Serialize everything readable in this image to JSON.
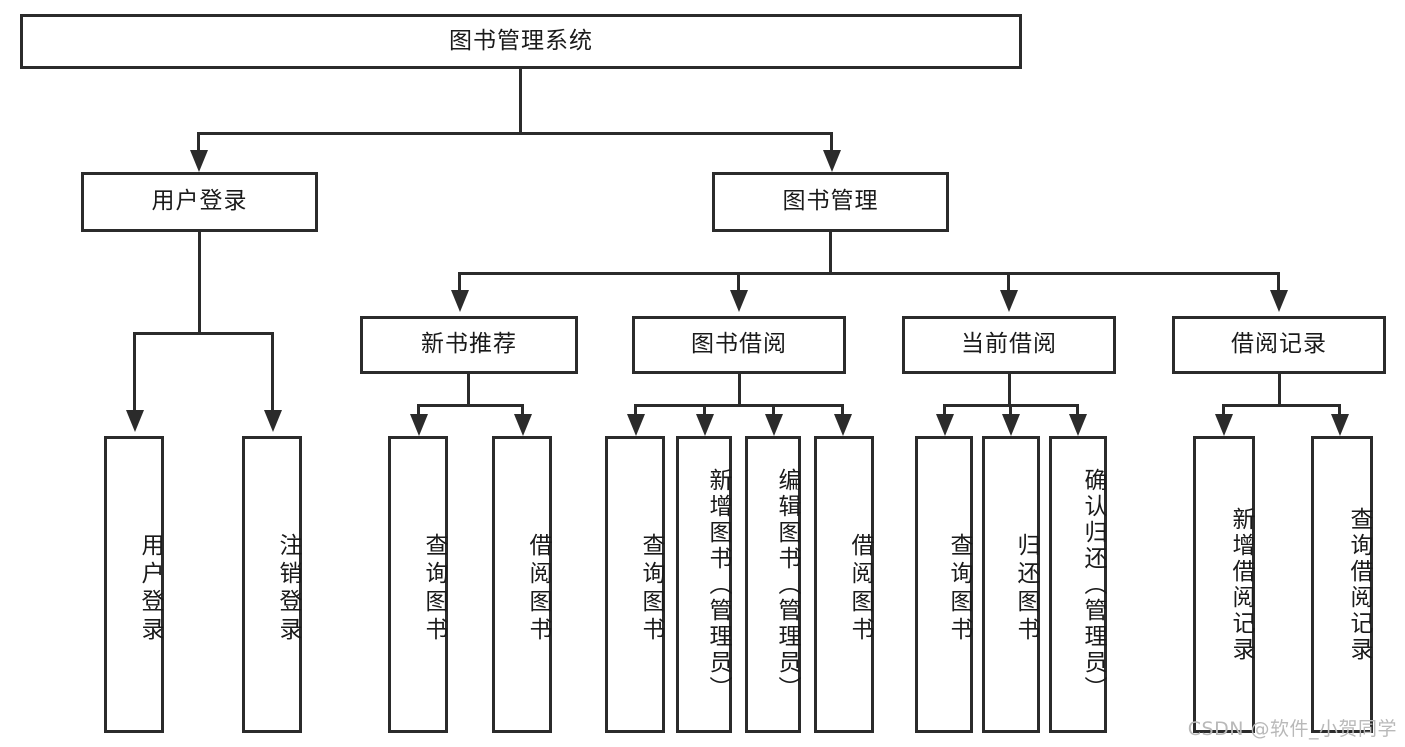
{
  "diagram": {
    "title": "图书管理系统",
    "type": "hierarchy-tree",
    "root": {
      "label": "图书管理系统"
    },
    "level2": [
      {
        "label": "用户登录"
      },
      {
        "label": "图书管理"
      }
    ],
    "level3": [
      {
        "label": "新书推荐"
      },
      {
        "label": "图书借阅"
      },
      {
        "label": "当前借阅"
      },
      {
        "label": "借阅记录"
      }
    ],
    "leaves": {
      "user_login": [
        {
          "label": "用户登录"
        },
        {
          "label": "注销登录"
        }
      ],
      "new_book": [
        {
          "label": "查询图书"
        },
        {
          "label": "借阅图书"
        }
      ],
      "borrow_book": [
        {
          "label": "查询图书"
        },
        {
          "label": "新增图书（管理员）"
        },
        {
          "label": "编辑图书（管理员）"
        },
        {
          "label": "借阅图书"
        }
      ],
      "current_borrow": [
        {
          "label": "查询图书"
        },
        {
          "label": "归还图书"
        },
        {
          "label": "确认归还（管理员）"
        }
      ],
      "borrow_record": [
        {
          "label": "新增借阅记录"
        },
        {
          "label": "查询借阅记录"
        }
      ]
    }
  },
  "watermark": {
    "text": "CSDN @软件_小贺同学"
  },
  "colors": {
    "stroke": "#2b2b2b",
    "background": "#ffffff",
    "text": "#1a1a1a",
    "watermark": "#b9b9b9"
  }
}
